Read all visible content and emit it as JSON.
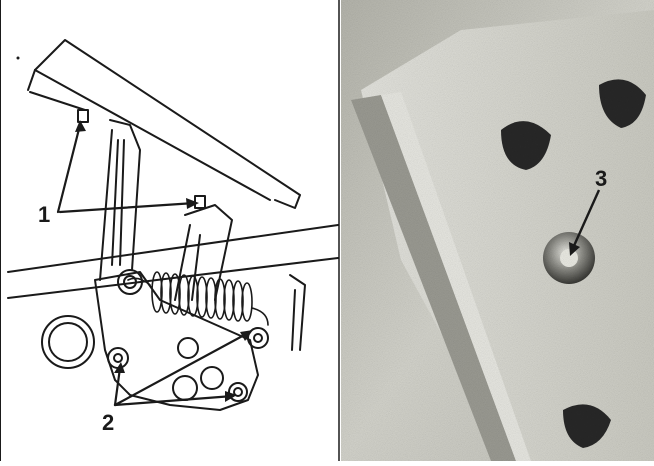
{
  "callouts": {
    "label_1": "1",
    "label_2": "2",
    "label_3": "3"
  },
  "colors": {
    "line": "#1a1a1a",
    "photo_base": "#d4d4cc",
    "photo_dark": "#2a2a2a"
  }
}
